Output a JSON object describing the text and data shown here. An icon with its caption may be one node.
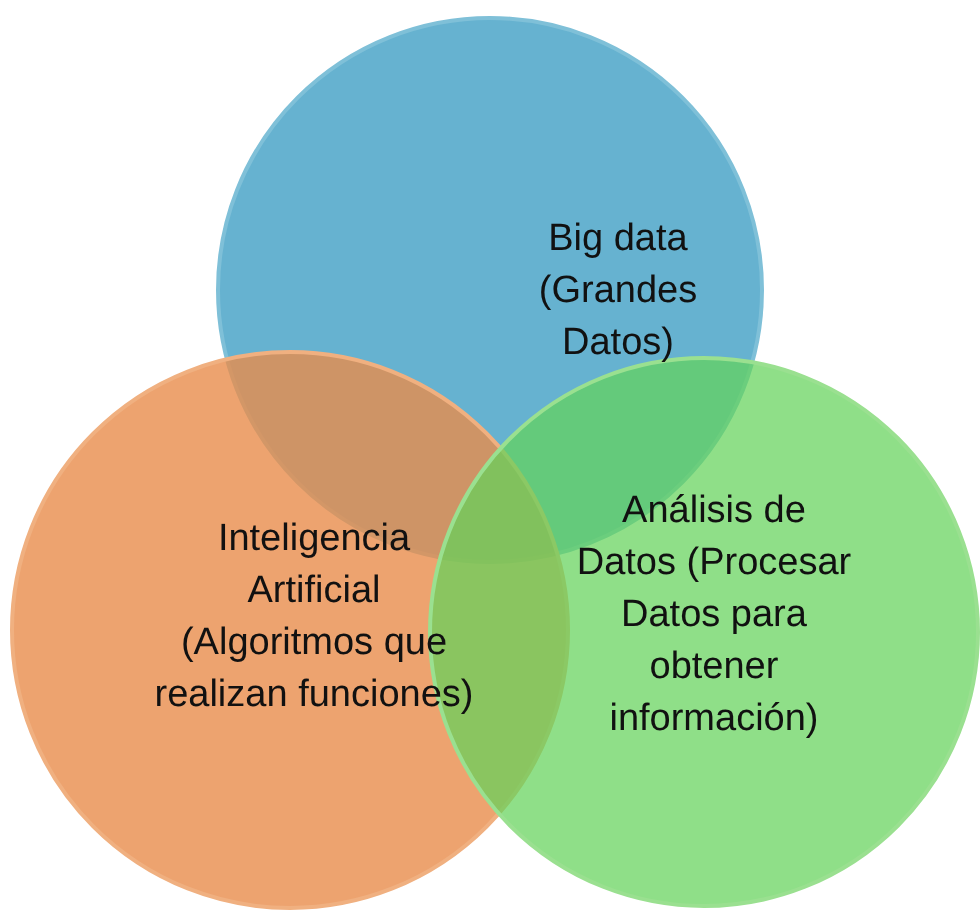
{
  "diagram": {
    "nodes": [
      {
        "text": [
          "Big data (Grandes Datos)"
        ]
      },
      {
        "text": [
          "Inteligencia Artificial (Algoritmos que realizan funciones)"
        ]
      },
      {
        "text": [
          "Análisis de Datos (Procesar Datos para obtener información)"
        ]
      }
    ]
  }
}
